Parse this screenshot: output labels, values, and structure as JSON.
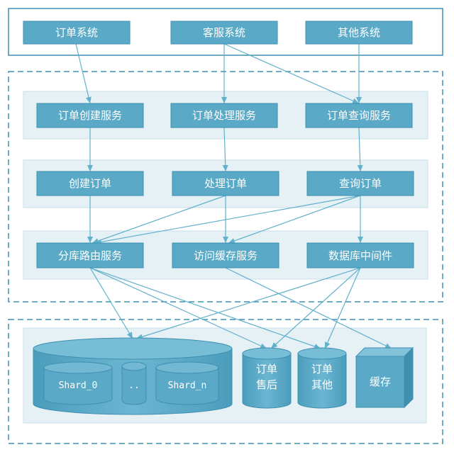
{
  "top_systems": {
    "order": "订单系统",
    "customer_service": "客服系统",
    "other": "其他系统"
  },
  "services": {
    "create_order_service": "订单创建服务",
    "process_order_service": "订单处理服务",
    "query_order_service": "订单查询服务"
  },
  "operations": {
    "create": "创建订单",
    "process": "处理订单",
    "query": "查询订单"
  },
  "infrastructure": {
    "sharding_router": "分库路由服务",
    "cache_access": "访问缓存服务",
    "db_middleware": "数据库中间件"
  },
  "storage": {
    "shard_0": "Shard_0",
    "ellipsis": "..",
    "shard_n": "Shard_n",
    "order_aftersale_l1": "订单",
    "order_aftersale_l2": "售后",
    "order_other_l1": "订单",
    "order_other_l2": "其他",
    "cache": "缓存"
  },
  "colors": {
    "box_fill": "#5aa9c6",
    "box_stroke": "#3f8fb0",
    "panel_fill": "#e6f1f6",
    "panel_stroke": "#c8dfe9",
    "dash_stroke": "#3f8fb0",
    "arrow": "#62b0cc"
  }
}
